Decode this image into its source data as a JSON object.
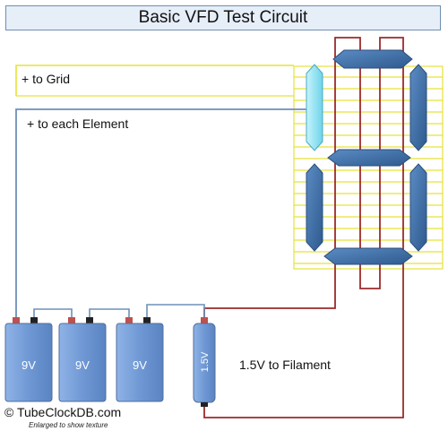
{
  "title": "Basic VFD Test Circuit",
  "labels": {
    "grid": "+ to Grid",
    "element": "+ to each Element",
    "filament": "1.5V to Filament"
  },
  "batteries": [
    {
      "label": "9V"
    },
    {
      "label": "9V"
    },
    {
      "label": "9V"
    }
  ],
  "cell": {
    "label": "1.5V"
  },
  "footer": {
    "copyright": "© TubeClockDB.com",
    "note": "Enlarged to show texture"
  },
  "colors": {
    "grid_wire": "#e6e23a",
    "element_wire": "#6e8fb8",
    "filament_wire": "#9b2b2b",
    "segment_fill": "#3f6ea6",
    "segment_highlight": "#8ee3f4",
    "battery_fill": "#6f98d4",
    "terminal_positive": "#c0504d",
    "terminal_negative": "#222222"
  }
}
